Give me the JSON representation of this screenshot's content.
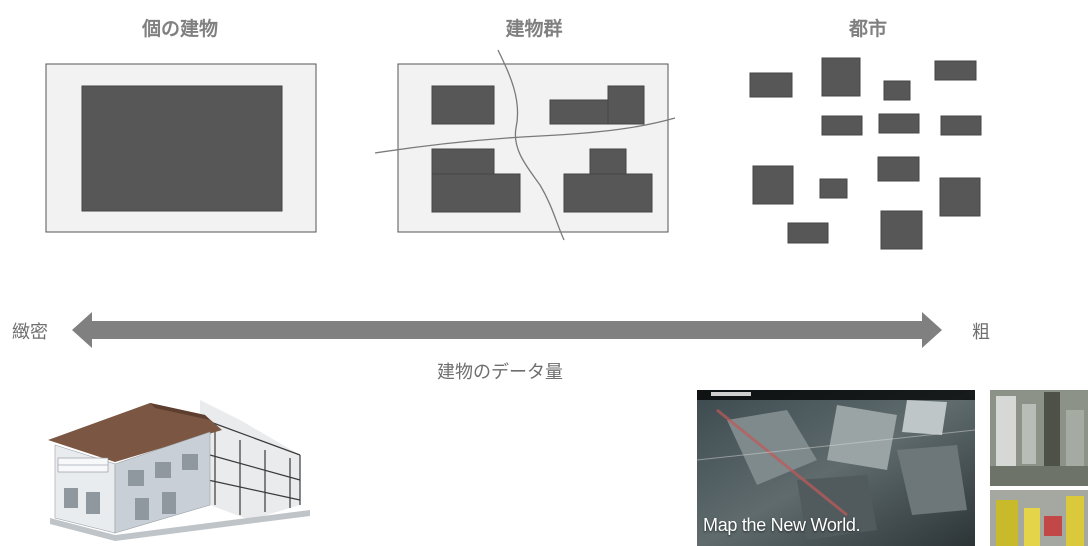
{
  "columns": {
    "building": "個の建物",
    "building_group": "建物群",
    "city": "都市"
  },
  "scale": {
    "left_label": "緻密",
    "right_label": "粗",
    "caption": "建物のデータ量"
  },
  "photo": {
    "caption": "Map the New World."
  },
  "colors": {
    "block": "#575757",
    "panel": "#f2f2f2",
    "arrow": "#808080",
    "road": "#7a7a7a"
  }
}
